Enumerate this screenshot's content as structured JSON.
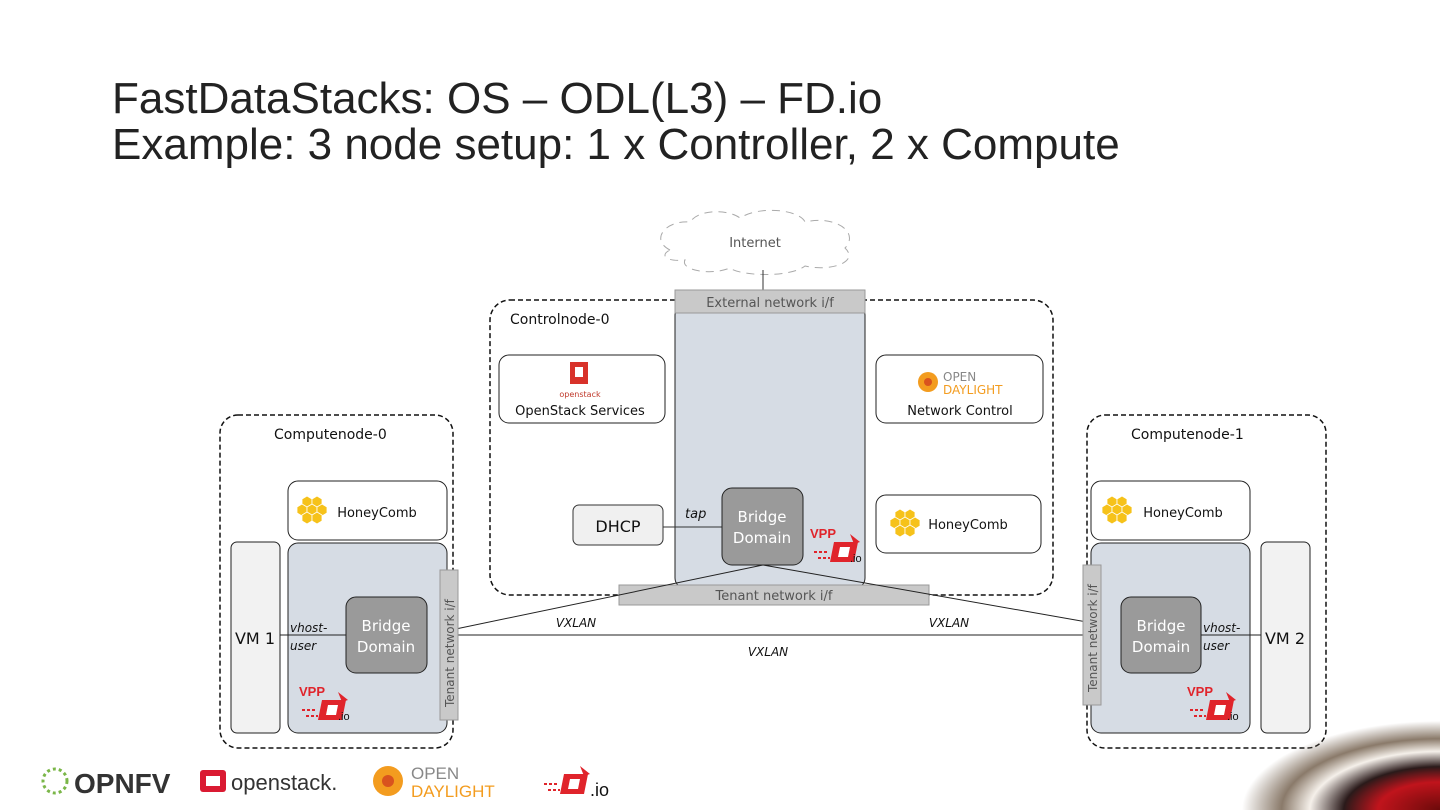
{
  "title": {
    "line1": "FastDataStacks: OS – ODL(L3) – FD.io",
    "line2": "Example: 3 node setup: 1 x Controller, 2 x Compute"
  },
  "diagram": {
    "internet": "Internet",
    "external_if": "External network i/f",
    "tenant_if": "Tenant network i/f",
    "controlnode": {
      "title": "Controlnode-0",
      "openstack_label": "OpenStack Services",
      "openstack_logo_text": "openstack",
      "odl_label": "Network Control",
      "odl_logo_text1": "OPEN",
      "odl_logo_text2": "DAYLIGHT",
      "dhcp": "DHCP",
      "tap": "tap",
      "bridge1": "Bridge",
      "bridge2": "Domain",
      "honeycomb": "HoneyComb",
      "vpp": "VPP"
    },
    "computenode0": {
      "title": "Computenode-0",
      "honeycomb": "HoneyComb",
      "vm": "VM 1",
      "vhost1": "vhost-",
      "vhost2": "user",
      "bridge1": "Bridge",
      "bridge2": "Domain",
      "tenant_if": "Tenant network i/f",
      "vpp": "VPP"
    },
    "computenode1": {
      "title": "Computenode-1",
      "honeycomb": "HoneyComb",
      "vm": "VM 2",
      "vhost1": "vhost-",
      "vhost2": "user",
      "bridge1": "Bridge",
      "bridge2": "Domain",
      "tenant_if": "Tenant network i/f",
      "vpp": "VPP"
    },
    "vxlan": "VXLAN"
  },
  "footer": {
    "opnfv": "OPNFV",
    "openstack": "openstack.",
    "odl1": "OPEN",
    "odl2": "DAYLIGHT",
    "fdio": ".io"
  },
  "colors": {
    "node_fill": "#d6dce4",
    "bar_fill": "#c9c9c9",
    "bridge_fill": "#9a9a9a",
    "vpp_red": "#e0242b",
    "honeycomb_yellow": "#f6c21a",
    "odl_orange": "#f39c1f"
  }
}
